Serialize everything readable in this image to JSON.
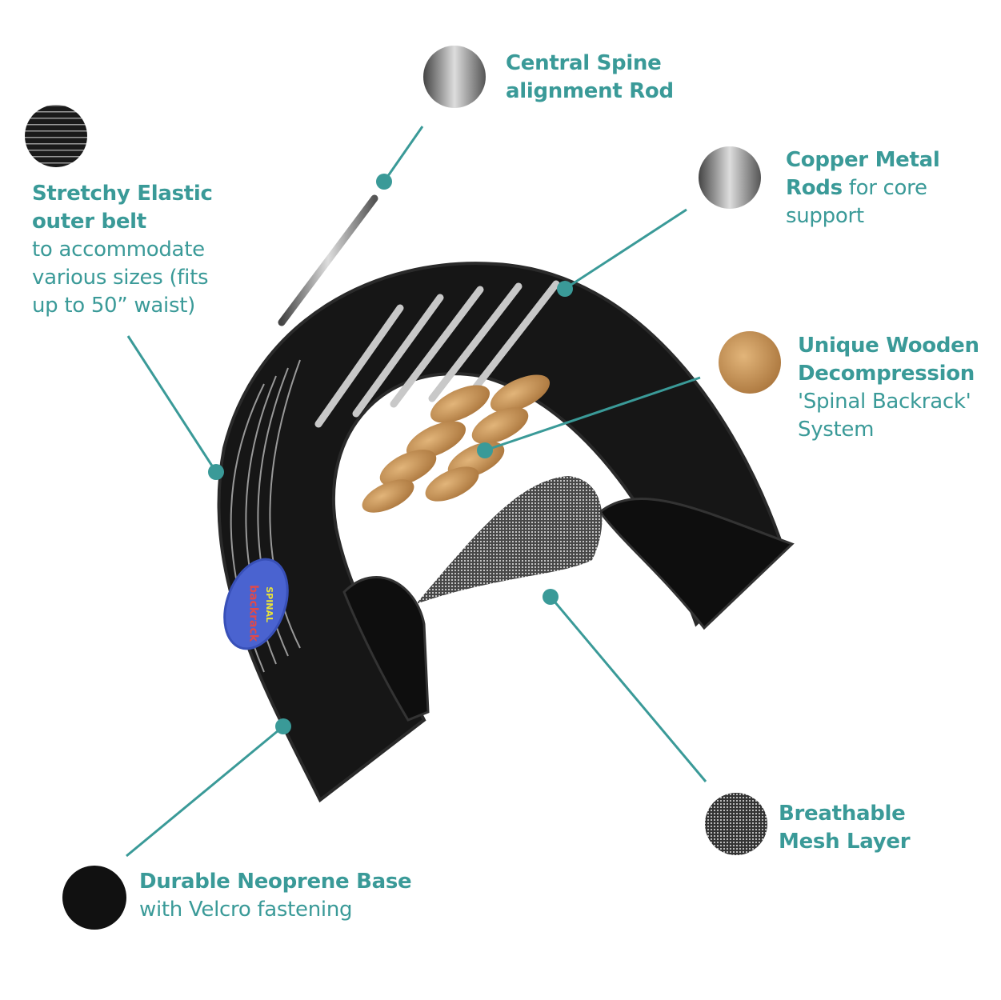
{
  "colors": {
    "accent": "#3a9a98",
    "belt": "#151515",
    "wood": "#c9934f",
    "metal": "#b9b9b9"
  },
  "logo": {
    "text_top": "SPINAL",
    "text_bottom": "backrack"
  },
  "labels": {
    "central_rod": {
      "line1": "Central Spine",
      "line2": "alignment Rod"
    },
    "elastic": {
      "bold1": "Stretchy Elastic",
      "bold2": "outer belt",
      "line3": "to accommodate",
      "line4": "various sizes (fits",
      "line5": "up to 50” waist)"
    },
    "copper": {
      "bold1": "Copper Metal",
      "bold2": "Rods",
      "rest2": " for core",
      "line3": "support"
    },
    "wooden": {
      "bold1": "Unique Wooden",
      "bold2": "Decompression",
      "line3": "'Spinal Backrack'",
      "line4": "System"
    },
    "mesh": {
      "bold1": "Breathable",
      "bold2": "Mesh Layer"
    },
    "neoprene": {
      "bold1": "Durable Neoprene Base",
      "line2": "with Velcro fastening"
    }
  }
}
